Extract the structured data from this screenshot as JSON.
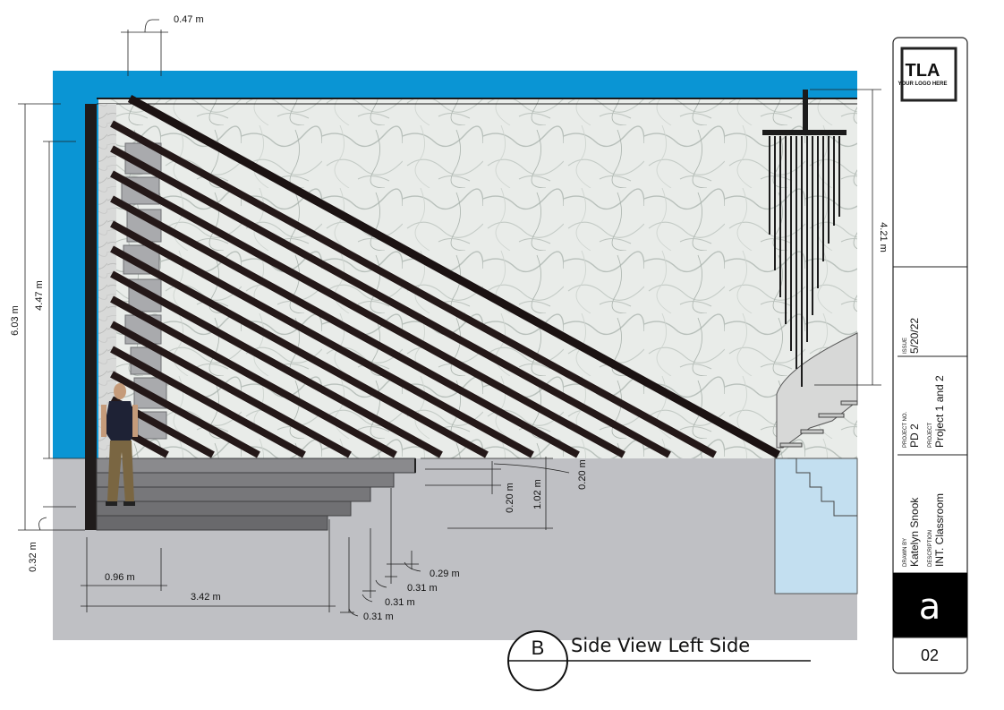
{
  "title_block": {
    "logo_text": "TLA",
    "logo_subtext": "YOUR LOGO HERE",
    "issue_label": "ISSUE",
    "issue_date": "5/20/22",
    "project_no_label": "PROJECT NO.",
    "project_no": "PD 2",
    "project_label": "PROJECT",
    "project": "Project 1 and 2",
    "drawn_by_label": "DRAWN BY",
    "drawn_by": "Katelyn Snook",
    "description_label": "DESCRIPTION",
    "description": "INT. Classroom",
    "sheet_letter": "a",
    "sheet_number": "02"
  },
  "view": {
    "marker": "B",
    "title": "Side View Left Side"
  },
  "dimensions": {
    "top_width": "0.47 m",
    "overall_height": "6.03 m",
    "wall_height": "4.47 m",
    "chandelier_height": "4.21 m",
    "base_offset": "0.32 m",
    "first_step": "0.96 m",
    "stair_run": "3.42 m",
    "riser_a": "0.20 m",
    "riser_b": "0.20 m",
    "stair_rise": "1.02 m",
    "tread_a": "0.29 m",
    "tread_b": "0.31 m",
    "tread_c": "0.31 m",
    "tread_d": "0.31 m"
  },
  "colors": {
    "sky": "#0a95d4",
    "floor": "#bfc0c4",
    "marble": "#e8ebe8",
    "beam": "#241818",
    "pool": "#c3dff0",
    "step": "#77777a"
  }
}
